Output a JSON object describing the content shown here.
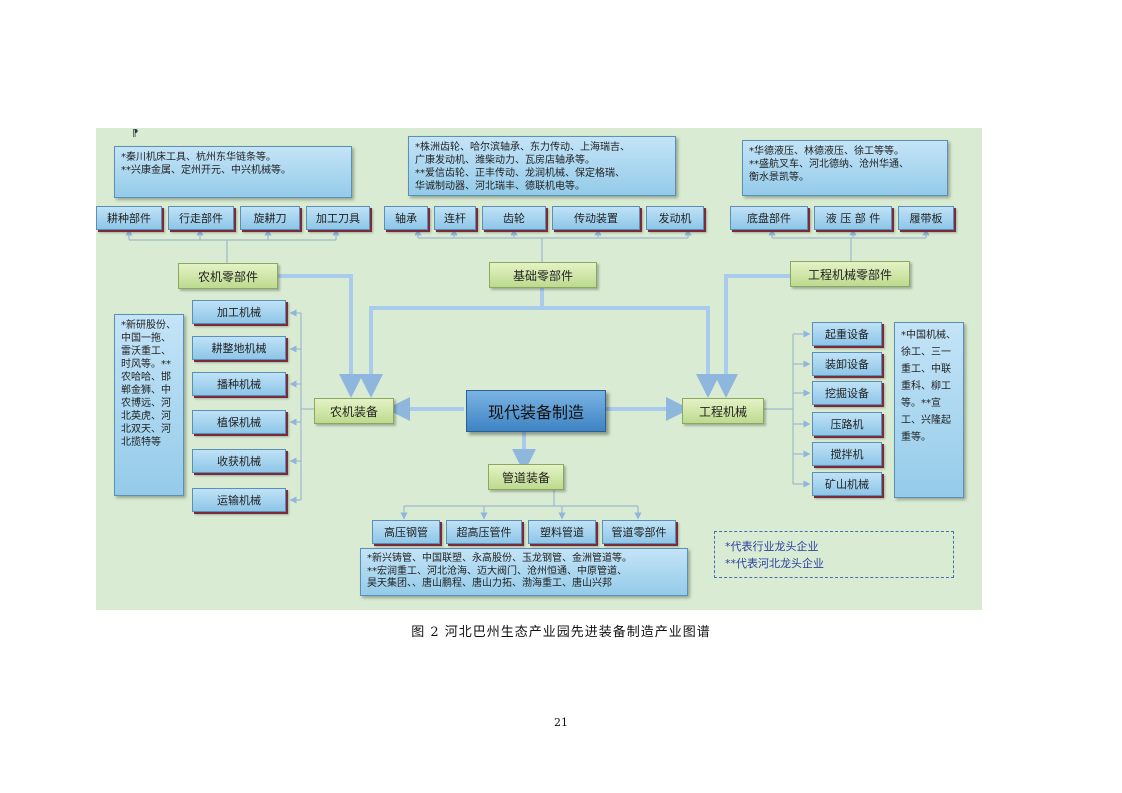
{
  "figure": {
    "caption": "图 2 河北巴州生态产业园先进装备制造产业图谱",
    "page_number": "21"
  },
  "center": {
    "label": "现代装备制造"
  },
  "agri_parts": {
    "label": "农机零部件",
    "notes": [
      "*秦川机床工具、杭州东华链条等。",
      "**兴康金属、定州开元、中兴机械等。"
    ],
    "items": [
      "耕种部件",
      "行走部件",
      "旋耕刀",
      "加工刀具"
    ]
  },
  "basic_parts": {
    "label": "基础零部件",
    "notes": [
      "*株洲齿轮、哈尔滨轴承、东力传动、上海瑞吉、",
      "广康发动机、潍柴动力、瓦房店轴承等。",
      "**爱信齿轮、正丰传动、龙润机械、保定格瑞、",
      "华诚制动器、河北瑞丰、德联机电等。"
    ],
    "items": [
      "轴承",
      "连杆",
      "齿轮",
      "传动装置",
      "发动机"
    ]
  },
  "eng_parts": {
    "label": "工程机械零部件",
    "notes": [
      "*华德液压、林德液压、徐工等等。",
      "**盛航叉车、河北德纳、沧州华通、",
      "衡水景凯等。"
    ],
    "items": [
      "底盘部件",
      "液 压 部 件",
      "履带板"
    ]
  },
  "agri_equip": {
    "label": "农机装备",
    "items": [
      "加工机械",
      "耕整地机械",
      "播种机械",
      "植保机械",
      "收获机械",
      "运输机械"
    ],
    "notes": [
      "*新研股份、中国一拖、雷沃重工、时风等。**农哈哈、邯郸金狮、中农博远、河北英虎、河北双天、河北揽特等"
    ]
  },
  "eng_equip": {
    "label": "工程机械",
    "items": [
      "起重设备",
      "装卸设备",
      "挖掘设备",
      "压路机",
      "搅拌机",
      "矿山机械"
    ],
    "notes": [
      "*中国机械、徐工、三一重工、中联重科、柳工等。**宣工、兴隆起重等。"
    ]
  },
  "pipe_equip": {
    "label": "管道装备",
    "items": [
      "高压钢管",
      "超高压管件",
      "塑料管道",
      "管道零部件"
    ],
    "notes": [
      "*新兴铸管、中国联塑、永高股份、玉龙钢管、金洲管道等。",
      "**宏润重工、河北沧海、迈大阀门、沧州恒通、中原管道、",
      "昊天集团、、唐山鹏程、唐山力拓、渤海重工、唐山兴邦"
    ]
  },
  "legend": {
    "items": [
      "*代表行业龙头企业",
      "**代表河北龙头企业"
    ]
  },
  "colors": {
    "background": "#d9ecd3",
    "box": "#a6d4f0",
    "category": "#cfe6a8",
    "center": "#5b9bd5",
    "connector": "#9fc6e8"
  }
}
